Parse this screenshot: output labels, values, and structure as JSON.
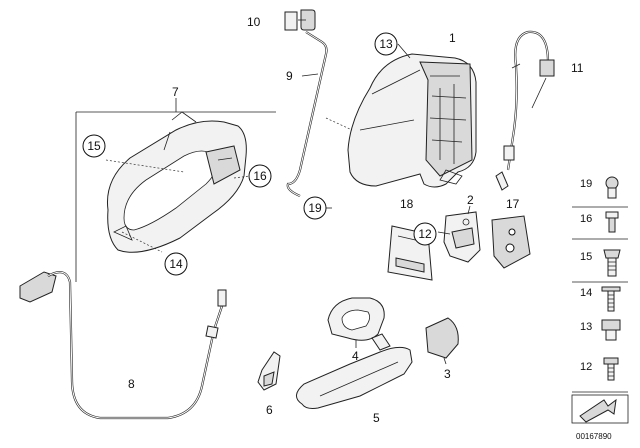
{
  "diagram": {
    "callouts": {
      "c1": "1",
      "c2": "2",
      "c3": "3",
      "c4": "4",
      "c5": "5",
      "c6": "6",
      "c7": "7",
      "c8": "8",
      "c9": "9",
      "c10": "10",
      "c11": "11",
      "c12": "12",
      "c13": "13",
      "c14": "14",
      "c15": "15",
      "c16": "16",
      "c17": "17",
      "c18": "18",
      "c19": "19"
    },
    "sidebar_labels": {
      "s19": "19",
      "s16": "16",
      "s15": "15",
      "s14": "14",
      "s13": "13",
      "s12": "12"
    },
    "doc_number": "00167890"
  }
}
